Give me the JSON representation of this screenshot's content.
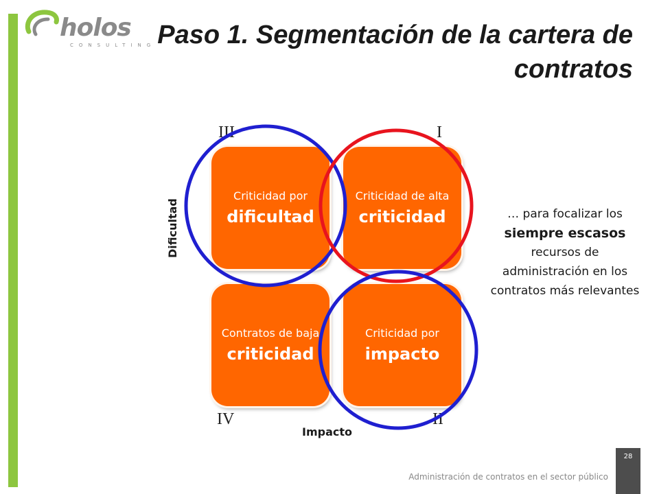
{
  "logo": {
    "word": "holos",
    "sub": "CONSULTING"
  },
  "title": "Paso 1. Segmentación de la cartera de contratos",
  "quadrants": {
    "q3": {
      "roman": "III",
      "line1": "Criticidad por",
      "line2": "dificultad"
    },
    "q1": {
      "roman": "I",
      "line1": "Criticidad de alta",
      "line2": "criticidad"
    },
    "q4": {
      "roman": "IV",
      "line1": "Contratos de baja",
      "line2": "criticidad"
    },
    "q2": {
      "roman": "II",
      "line1": "Criticidad por",
      "line2": "impacto"
    }
  },
  "axes": {
    "y": "Dificultad",
    "x": "Impacto"
  },
  "note": {
    "part1": "… para focalizar los",
    "strong": "siempre escasos",
    "part2": "recursos de administración en los contratos más relevantes"
  },
  "footer": {
    "page": "28",
    "text": "Administración de contratos en el sector público"
  },
  "colors": {
    "accent_green": "#8dc63f",
    "box_orange": "#ff6600",
    "circle_blue": "#1f1fd0",
    "circle_red": "#e8141e"
  }
}
